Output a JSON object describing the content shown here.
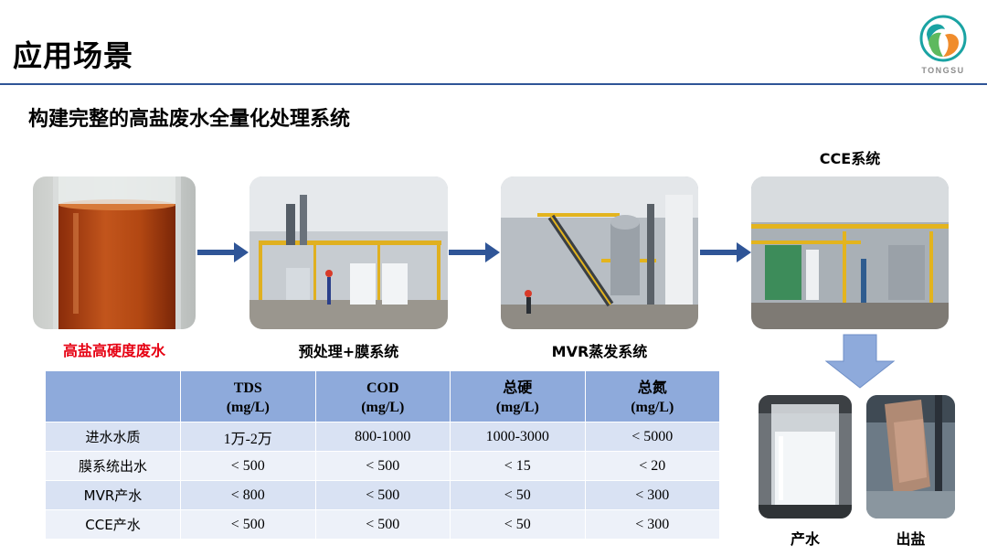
{
  "header": {
    "title": "应用场景",
    "logo_text": "TONGSU",
    "colors": {
      "rule": "#2f5597",
      "logo_green": "#5eb95e",
      "logo_orange": "#f08c2c",
      "logo_teal": "#1aa3a3"
    }
  },
  "subtitle": "构建完整的高盐废水全量化处理系统",
  "stages": [
    {
      "caption": "高盐高硬度废水",
      "image": "orange-wastewater-beaker-photo",
      "caption_color": "#e60012"
    },
    {
      "caption": "预处理+膜系统",
      "image": "pretreatment-membrane-plant-photo"
    },
    {
      "caption": "MVR蒸发系统",
      "image": "mvr-evaporator-plant-photo"
    },
    {
      "caption": "CCE系统",
      "image": "cce-system-plant-photo"
    }
  ],
  "outputs": [
    {
      "caption": "产水",
      "image": "clear-water-beaker-photo"
    },
    {
      "caption": "出盐",
      "image": "salt-cake-photo"
    }
  ],
  "arrow_color": "#2f5597",
  "down_arrow_color": "#8eaadb",
  "table": {
    "headers": [
      {
        "line1": "",
        "line2": ""
      },
      {
        "line1": "TDS",
        "line2": "(mg/L)"
      },
      {
        "line1": "COD",
        "line2": "(mg/L)"
      },
      {
        "line1": "总硬",
        "line2": "(mg/L)"
      },
      {
        "line1": "总氮",
        "line2": "(mg/L)"
      }
    ],
    "rows": [
      [
        "进水水质",
        "1万-2万",
        "800-1000",
        "1000-3000",
        "< 5000"
      ],
      [
        "膜系统出水",
        "< 500",
        "< 500",
        "< 15",
        "< 20"
      ],
      [
        "MVR产水",
        "< 800",
        "< 500",
        "< 50",
        "< 300"
      ],
      [
        "CCE产水",
        "< 500",
        "< 500",
        "< 50",
        "< 300"
      ]
    ]
  }
}
